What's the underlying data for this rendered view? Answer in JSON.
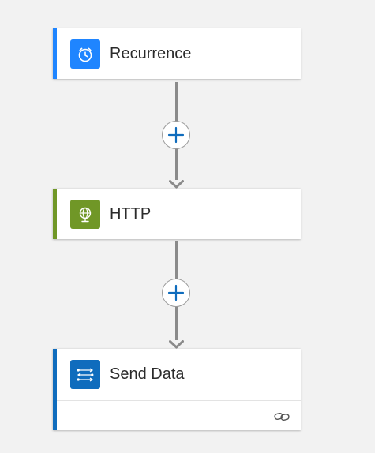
{
  "workflow": {
    "steps": [
      {
        "title": "Recurrence",
        "icon": "clock-icon",
        "accent": "#1f85ff",
        "icon_bg": "#1f85ff"
      },
      {
        "title": "HTTP",
        "icon": "globe-icon",
        "accent": "#709727",
        "icon_bg": "#709727"
      },
      {
        "title": "Send Data",
        "icon": "data-operations-icon",
        "accent": "#0f6cbd",
        "icon_bg": "#0f6cbd",
        "footer_icon": "link-icon"
      }
    ],
    "insert_step_icon": "plus-icon",
    "colors": {
      "canvas": "#f2f2f2",
      "connector": "#8a8a8a",
      "plus": "#0f6cbd"
    }
  }
}
